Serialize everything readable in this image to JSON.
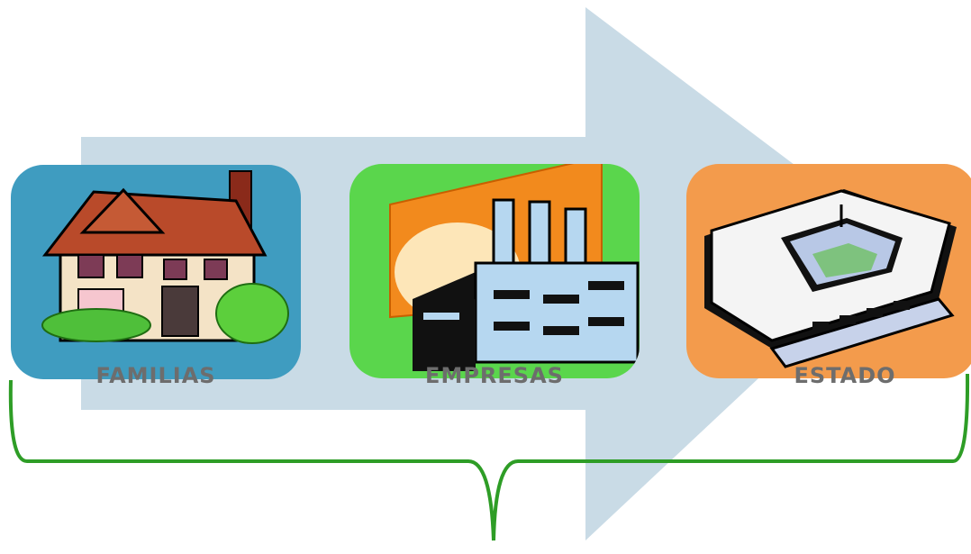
{
  "diagram": {
    "nodes": [
      {
        "id": "familias",
        "label": "FAMILIAS",
        "icon": "house-icon",
        "bg_color": "#3f9cc0"
      },
      {
        "id": "empresas",
        "label": "EMPRESAS",
        "icon": "factory-icon",
        "bg_color": "#5ad64c"
      },
      {
        "id": "estado",
        "label": "ESTADO",
        "icon": "pentagon-building-icon",
        "bg_color": "#f39b4c"
      }
    ],
    "arrow_color": "#c9dbe6",
    "brace_color": "#2e9d26"
  }
}
